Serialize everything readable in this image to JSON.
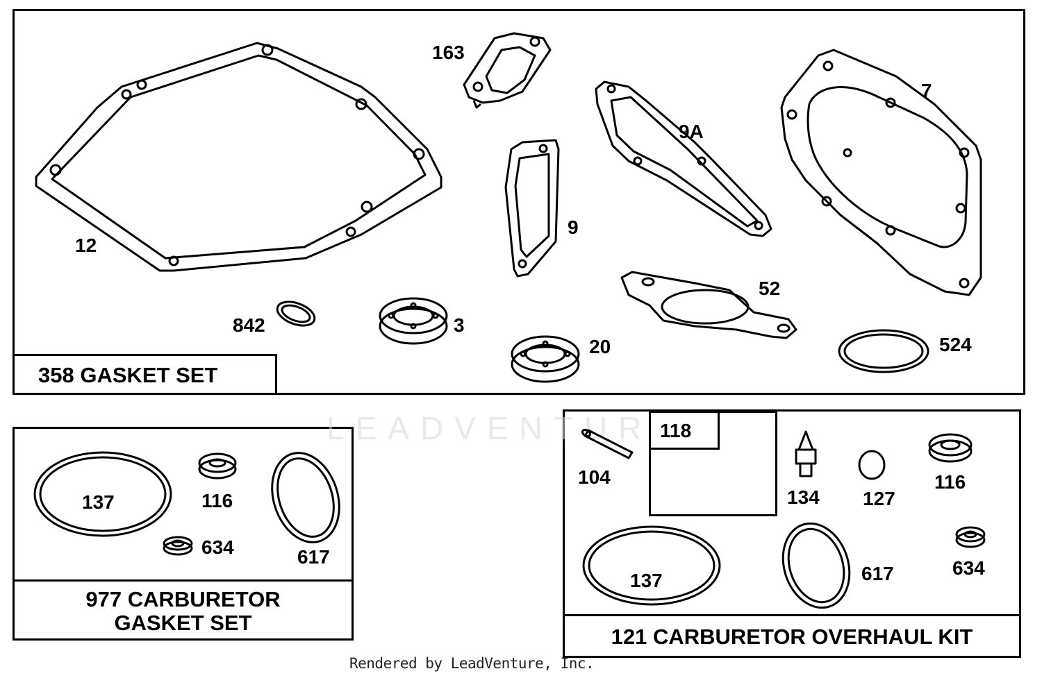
{
  "kits": {
    "gasket_set": {
      "title": "358 GASKET SET",
      "parts": {
        "p12": "12",
        "p163": "163",
        "p9": "9",
        "p9a": "9A",
        "p7": "7",
        "p52": "52",
        "p842": "842",
        "p3": "3",
        "p20": "20",
        "p524": "524"
      }
    },
    "carb_gasket_set": {
      "title_line1": "977 CARBURETOR",
      "title_line2": "GASKET SET",
      "parts": {
        "p137": "137",
        "p116": "116",
        "p634": "634",
        "p617": "617"
      }
    },
    "carb_overhaul_kit": {
      "title": "121 CARBURETOR OVERHAUL KIT",
      "parts": {
        "p104": "104",
        "p118": "118",
        "p134": "134",
        "p127": "127",
        "p116": "116",
        "p137": "137",
        "p617": "617",
        "p634": "634"
      }
    }
  },
  "watermark": "LEADVENTURE",
  "footer": "Rendered by LeadVenture, Inc."
}
